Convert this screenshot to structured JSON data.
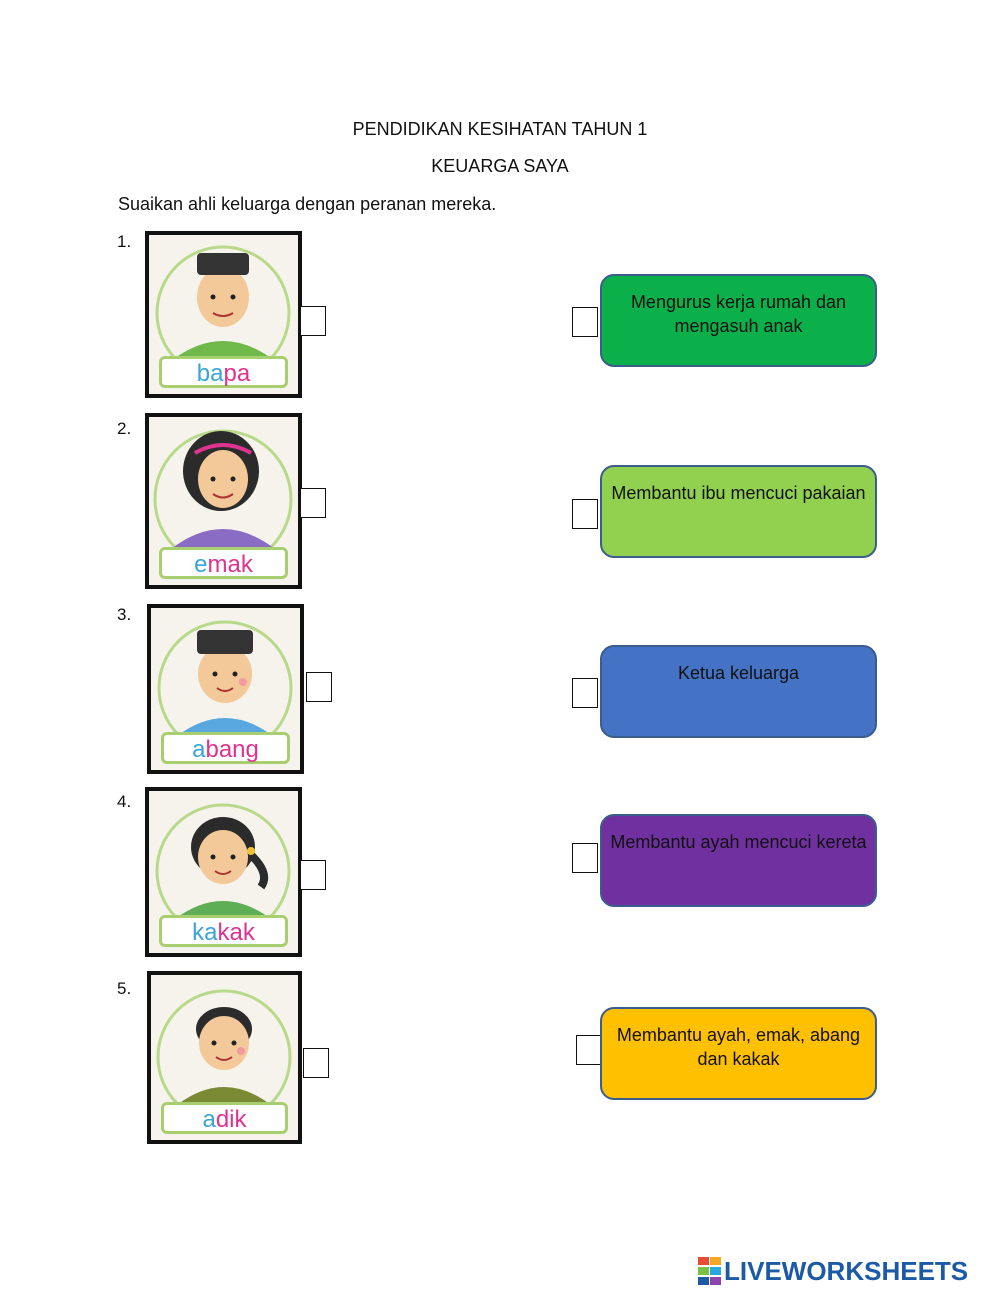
{
  "header": {
    "title": "PENDIDIKAN KESIHATAN TAHUN 1",
    "subtitle": "KEUARGA SAYA",
    "instruction": "Suaikan ahli keluarga dengan peranan mereka."
  },
  "members": [
    {
      "number": "1.",
      "label_a": "ba",
      "label_b": "pa",
      "shirt": "#6fb84a",
      "skin": "#f3c999",
      "hair": "#2b2b2b",
      "cap": true
    },
    {
      "number": "2.",
      "label_a": "e",
      "label_b": "mak",
      "shirt": "#8a6cc4",
      "skin": "#f3c999",
      "hair": "#2b2b2b",
      "cap": false
    },
    {
      "number": "3.",
      "label_a": "a",
      "label_b": "bang",
      "shirt": "#58a7de",
      "skin": "#f3c999",
      "hair": "#2b2b2b",
      "cap": true
    },
    {
      "number": "4.",
      "label_a": "ka",
      "label_b": "kak",
      "shirt": "#5eae55",
      "skin": "#f3c999",
      "hair": "#2b2b2b",
      "cap": false
    },
    {
      "number": "5.",
      "label_a": "a",
      "label_b": "dik",
      "shirt": "#7a8a34",
      "skin": "#f3c999",
      "hair": "#2b2b2b",
      "cap": false
    }
  ],
  "roles": [
    {
      "text": "Mengurus kerja rumah dan mengasuh anak",
      "color": "#0bb04b",
      "text_color": "#111111"
    },
    {
      "text": "Membantu ibu mencuci pakaian",
      "color": "#92d050",
      "text_color": "#111111"
    },
    {
      "text": "Ketua keluarga",
      "color": "#4472c4",
      "text_color": "#111111"
    },
    {
      "text": "Membantu ayah mencuci kereta",
      "color": "#7030a0",
      "text_color": "#111111"
    },
    {
      "text": "Membantu ayah, emak, abang dan kakak",
      "color": "#ffc000",
      "text_color": "#111111"
    }
  ],
  "footer": {
    "logo_text": "LIVEWORKSHEETS"
  }
}
